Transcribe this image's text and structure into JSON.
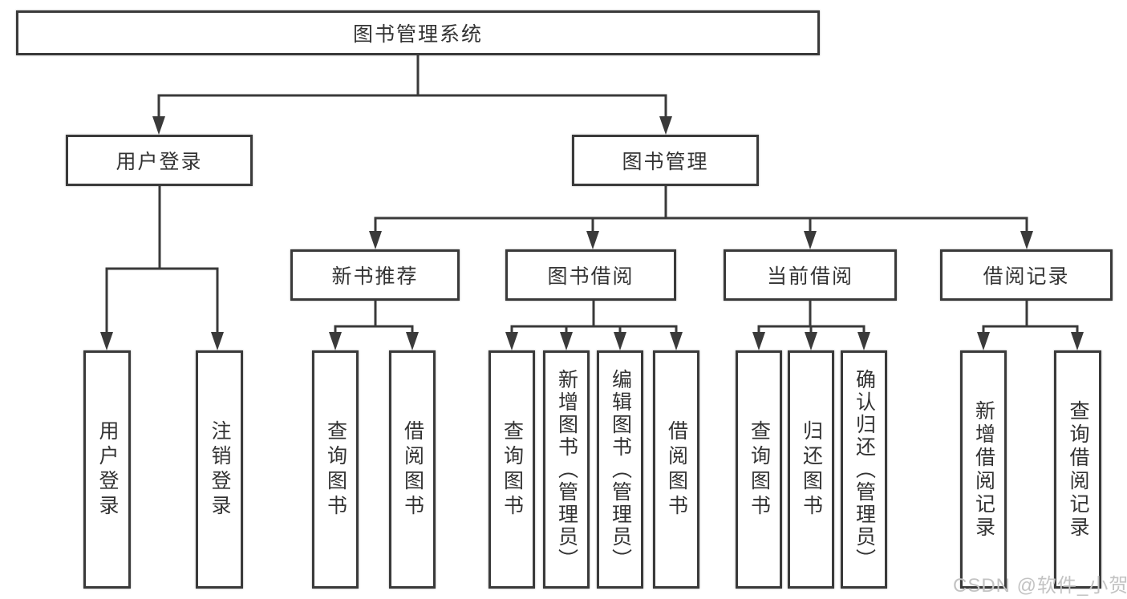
{
  "diagram": {
    "nodes": {
      "root": "图书管理系统",
      "user_login_branch": "用户登录",
      "book_management_branch": "图书管理",
      "new_book_recommend": "新书推荐",
      "book_borrow": "图书借阅",
      "current_borrow": "当前借阅",
      "borrow_records": "借阅记录",
      "login": "用户登录",
      "logout": "注销登录",
      "nb_query_books": "查询图书",
      "nb_borrow_books": "借阅图书",
      "bb_query_books": "查询图书",
      "bb_add_books": "新增图书（管理员）",
      "bb_edit_books": "编辑图书（管理员）",
      "bb_borrow_books": "借阅图书",
      "cb_query_books": "查询图书",
      "cb_return_books": "归还图书",
      "cb_confirm_return": "确认归还（管理员）",
      "br_add_record": "新增借阅记录",
      "br_query_record": "查询借阅记录"
    }
  },
  "colors": {
    "line": "#3a3a3a",
    "text": "#333333",
    "background": "#ffffff",
    "watermark": "#c3c3c3"
  },
  "watermark": "CSDN @软件_小贺同学"
}
